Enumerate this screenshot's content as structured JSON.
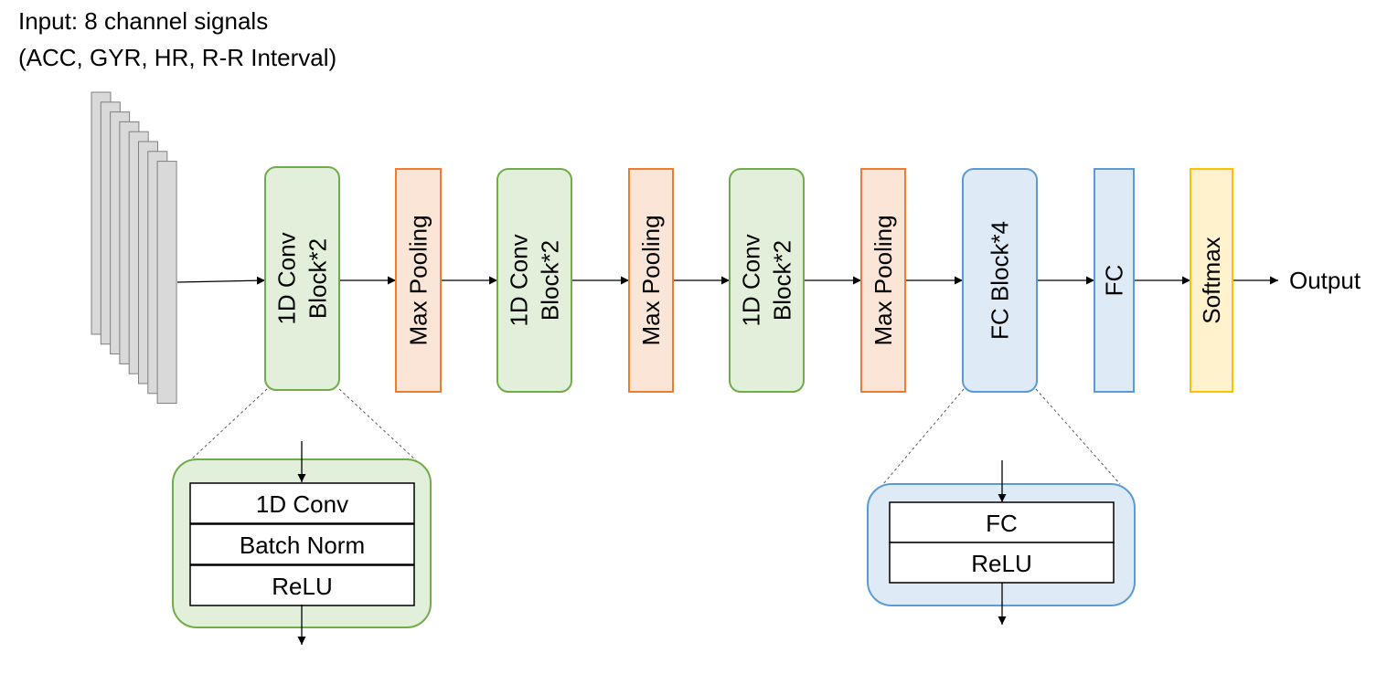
{
  "input": {
    "line1": "Input: 8 channel signals",
    "line2": "(ACC, GYR, HR, R-R Interval)"
  },
  "blocks": [
    {
      "id": "conv1",
      "lines": [
        "1D Conv",
        "Block*2"
      ]
    },
    {
      "id": "pool1",
      "lines": [
        "Max Pooling"
      ]
    },
    {
      "id": "conv2",
      "lines": [
        "1D Conv",
        "Block*2"
      ]
    },
    {
      "id": "pool2",
      "lines": [
        "Max Pooling"
      ]
    },
    {
      "id": "conv3",
      "lines": [
        "1D Conv",
        "Block*2"
      ]
    },
    {
      "id": "pool3",
      "lines": [
        "Max Pooling"
      ]
    },
    {
      "id": "fcblock",
      "lines": [
        "FC Block*4"
      ]
    },
    {
      "id": "fc",
      "lines": [
        "FC"
      ]
    },
    {
      "id": "softmax",
      "lines": [
        "Softmax"
      ]
    }
  ],
  "output": "Output",
  "conv_detail": [
    "1D Conv",
    "Batch Norm",
    "ReLU"
  ],
  "fc_detail": [
    "FC",
    "ReLU"
  ],
  "colors": {
    "conv_fill": "#e2efda",
    "conv_stroke": "#70ad47",
    "pool_fill": "#fbe5d6",
    "pool_stroke": "#ed7d31",
    "fc_fill": "#deebf7",
    "fc_stroke": "#5b9bd5",
    "softmax_fill": "#fff2cc",
    "softmax_stroke": "#ffc000",
    "channel_fill": "#d9d9d9",
    "channel_stroke": "#7f7f7f"
  }
}
